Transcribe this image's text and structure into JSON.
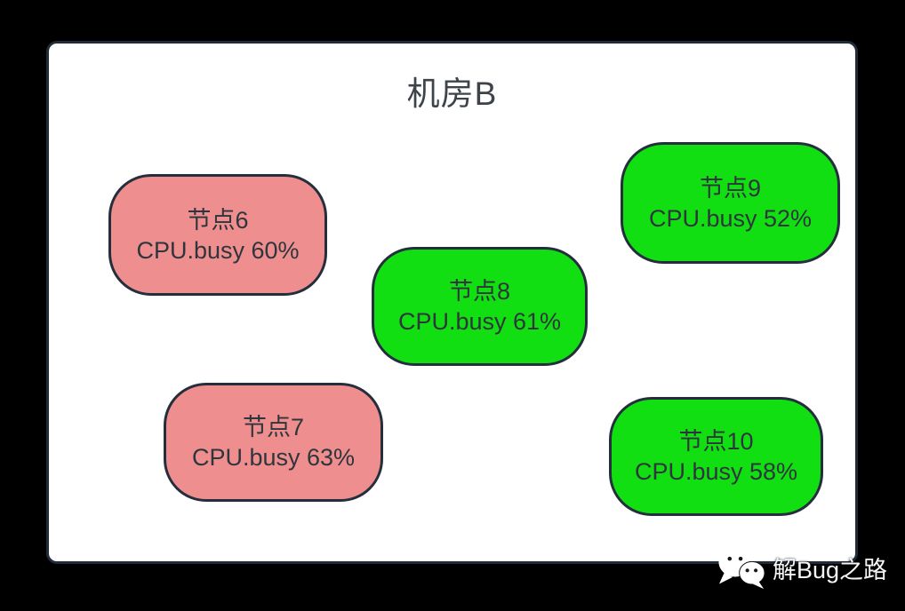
{
  "room": {
    "title": "机房B"
  },
  "nodes": [
    {
      "id": "node-6",
      "name": "节点6",
      "metric": "CPU.busy 60%",
      "cpu_busy_percent": 60,
      "status": "warning",
      "fill_color": "#ee8e8e"
    },
    {
      "id": "node-7",
      "name": "节点7",
      "metric": "CPU.busy 63%",
      "cpu_busy_percent": 63,
      "status": "warning",
      "fill_color": "#ee8e8e"
    },
    {
      "id": "node-8",
      "name": "节点8",
      "metric": "CPU.busy 61%",
      "cpu_busy_percent": 61,
      "status": "ok",
      "fill_color": "#12df12"
    },
    {
      "id": "node-9",
      "name": "节点9",
      "metric": "CPU.busy 52%",
      "cpu_busy_percent": 52,
      "status": "ok",
      "fill_color": "#12df12"
    },
    {
      "id": "node-10",
      "name": "节点10",
      "metric": "CPU.busy 58%",
      "cpu_busy_percent": 58,
      "status": "ok",
      "fill_color": "#12df12"
    }
  ],
  "watermark": {
    "icon": "wechat-icon",
    "text": "解Bug之路"
  },
  "colors": {
    "background": "#000000",
    "panel_fill": "#ffffff",
    "panel_border": "#222b38",
    "node_border": "#242e3c",
    "node_warning_fill": "#ee8e8e",
    "node_ok_fill": "#12df12",
    "node_text": "#2f353c",
    "title_text": "#3e434a",
    "watermark_text": "#f5f5f5"
  }
}
